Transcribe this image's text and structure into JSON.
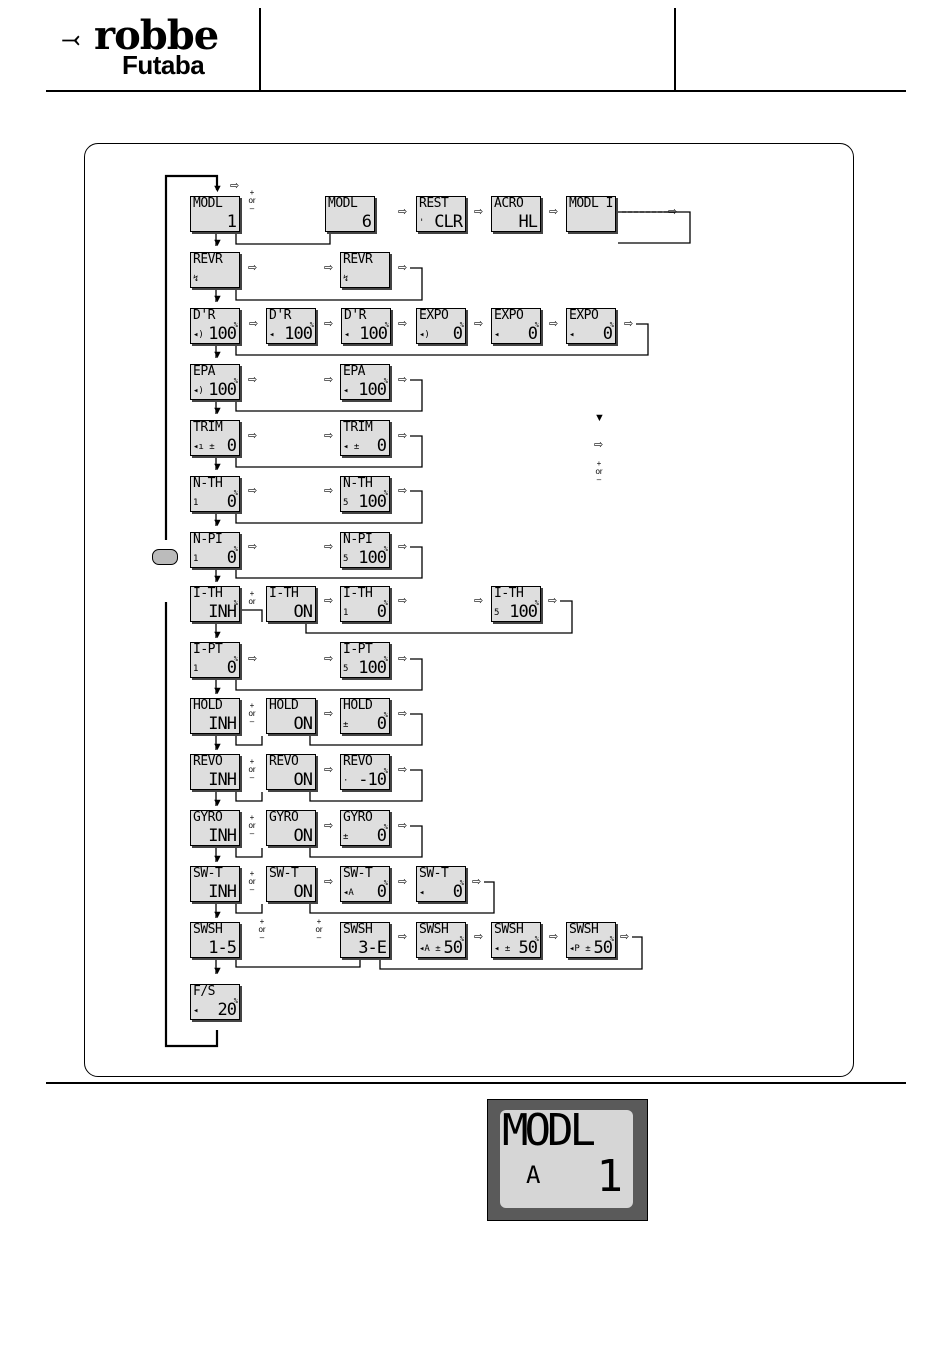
{
  "header": {
    "brand_top": "robbe",
    "brand_bottom": "Futaba"
  },
  "legend": {
    "symbols": [
      "▼",
      "⇨",
      "+",
      "or",
      "–"
    ]
  },
  "pm_label": {
    "plus": "+",
    "or": "or",
    "minus": "–"
  },
  "screens": {
    "modl1": {
      "t": "MODL",
      "v": "1"
    },
    "modl6": {
      "t": "MODL",
      "v": "6"
    },
    "rest": {
      "t": "REST",
      "v": "CLR",
      "s": "'"
    },
    "acro": {
      "t": "ACRO",
      "v": "HL"
    },
    "modl_name": {
      "t": "MODL I",
      "v": ""
    },
    "revr1": {
      "t": "REVR",
      "v": "",
      "s": "↯"
    },
    "revr2": {
      "t": "REVR",
      "v": "",
      "s": "↯"
    },
    "dr1": {
      "t": "D'R",
      "v": "100",
      "s": "◂)",
      "p": "%"
    },
    "dr2": {
      "t": "D'R",
      "v": "100",
      "s": "◂",
      "p": "%"
    },
    "dr3": {
      "t": "D'R",
      "v": "100",
      "s": "◂",
      "p": "%"
    },
    "expo1": {
      "t": "EXPO",
      "v": "0",
      "s": "◂)",
      "p": "%"
    },
    "expo2": {
      "t": "EXPO",
      "v": "0",
      "s": "◂",
      "p": "%"
    },
    "expo3": {
      "t": "EXPO",
      "v": "0",
      "s": "◂",
      "p": "%"
    },
    "epa1": {
      "t": "EPA",
      "v": "100",
      "s": "◂)",
      "p": "%"
    },
    "epa2": {
      "t": "EPA",
      "v": "100",
      "s": "◂",
      "p": "%"
    },
    "trim1": {
      "t": "TRIM",
      "v": "0",
      "s": "◂ı ±"
    },
    "trim2": {
      "t": "TRIM",
      "v": "0",
      "s": "◂ ±"
    },
    "nth1": {
      "t": "N-TH",
      "v": "0",
      "s": "1",
      "p": "%"
    },
    "nth2": {
      "t": "N-TH",
      "v": "100",
      "s": "5",
      "p": "%"
    },
    "npi1": {
      "t": "N-PI",
      "v": "0",
      "s": "1",
      "p": "%"
    },
    "npi2": {
      "t": "N-PI",
      "v": "100",
      "s": "5",
      "p": "%"
    },
    "ith1": {
      "t": "I-TH",
      "v": "INH",
      "p": "%"
    },
    "ith2": {
      "t": "I-TH",
      "v": "ON"
    },
    "ith3": {
      "t": "I-TH",
      "v": "0",
      "s": "1",
      "p": "%"
    },
    "ith4": {
      "t": "I-TH",
      "v": "100",
      "s": "5",
      "p": "%"
    },
    "ipt1": {
      "t": "I-PT",
      "v": "0",
      "s": "1",
      "p": "%"
    },
    "ipt2": {
      "t": "I-PT",
      "v": "100",
      "s": "5",
      "p": "%"
    },
    "hold1": {
      "t": "HOLD",
      "v": "INH"
    },
    "hold2": {
      "t": "HOLD",
      "v": "ON"
    },
    "hold3": {
      "t": "HOLD",
      "v": "0",
      "s": "±",
      "p": "%"
    },
    "revo1": {
      "t": "REVO",
      "v": "INH"
    },
    "revo2": {
      "t": "REVO",
      "v": "ON"
    },
    "revo3": {
      "t": "REVO",
      "v": "-10",
      "s": "·",
      "p": "%"
    },
    "gyro1": {
      "t": "GYRO",
      "v": "INH"
    },
    "gyro2": {
      "t": "GYRO",
      "v": "ON"
    },
    "gyro3": {
      "t": "GYRO",
      "v": "0",
      "s": "±",
      "p": "%"
    },
    "swt1": {
      "t": "SW-T",
      "v": "INH"
    },
    "swt2": {
      "t": "SW-T",
      "v": "ON"
    },
    "swt3": {
      "t": "SW-T",
      "v": "0",
      "s": "◂A",
      "p": "%"
    },
    "swt4": {
      "t": "SW-T",
      "v": "0",
      "s": "◂",
      "p": "%"
    },
    "swsh1": {
      "t": "SWSH",
      "v": "1-5"
    },
    "swsh2": {
      "t": "SWSH",
      "v": "3-E"
    },
    "swsh3": {
      "t": "SWSH",
      "v": "50",
      "s": "◂A ±",
      "p": "%"
    },
    "swsh4": {
      "t": "SWSH",
      "v": "50",
      "s": "◂ ±",
      "p": "%"
    },
    "swsh5": {
      "t": "SWSH",
      "v": "50",
      "s": "◂P ±",
      "p": "%"
    },
    "fs": {
      "t": "F/S",
      "v": "20",
      "s": "◂",
      "p": "%"
    }
  },
  "big_display": {
    "title": "MODL",
    "sub": "A",
    "value": "1"
  }
}
